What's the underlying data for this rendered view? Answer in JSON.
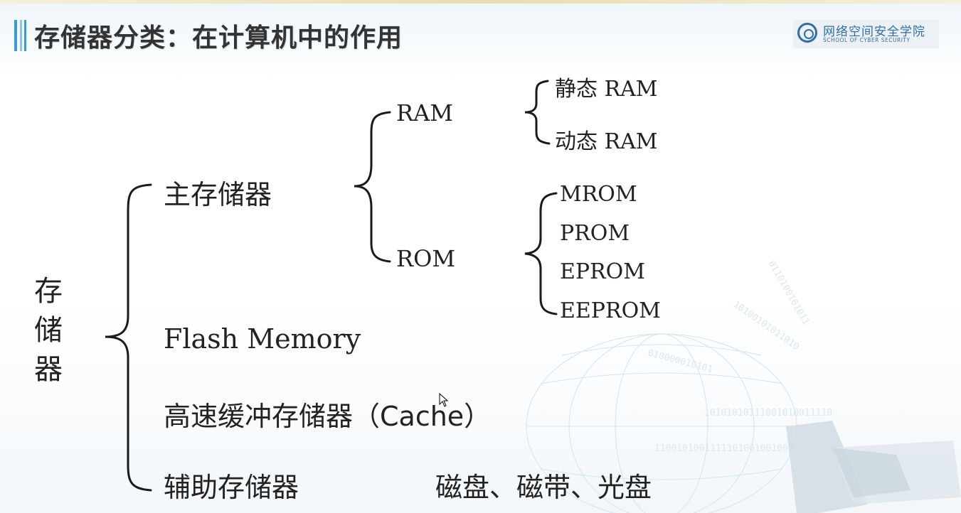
{
  "header": {
    "title": "存储器分类：在计算机中的作用",
    "logo_cn": "网络空间安全学院",
    "logo_en": "SCHOOL OF CYBER SECURITY"
  },
  "tree": {
    "root": "存储器",
    "main_memory": "主存储器",
    "ram": "RAM",
    "static_ram": "静态 RAM",
    "dynamic_ram": "动态 RAM",
    "rom": "ROM",
    "rom_types": [
      "MROM",
      "PROM",
      "EPROM",
      "EEPROM"
    ],
    "flash": "Flash  Memory",
    "cache": "高速缓冲存储器（Cache）",
    "aux_memory": "辅助存储器",
    "aux_media": "磁盘、磁带、光盘"
  },
  "colors": {
    "accent": "#3a9bd0",
    "logo_blue": "#2f6ea8",
    "text": "#222222"
  }
}
